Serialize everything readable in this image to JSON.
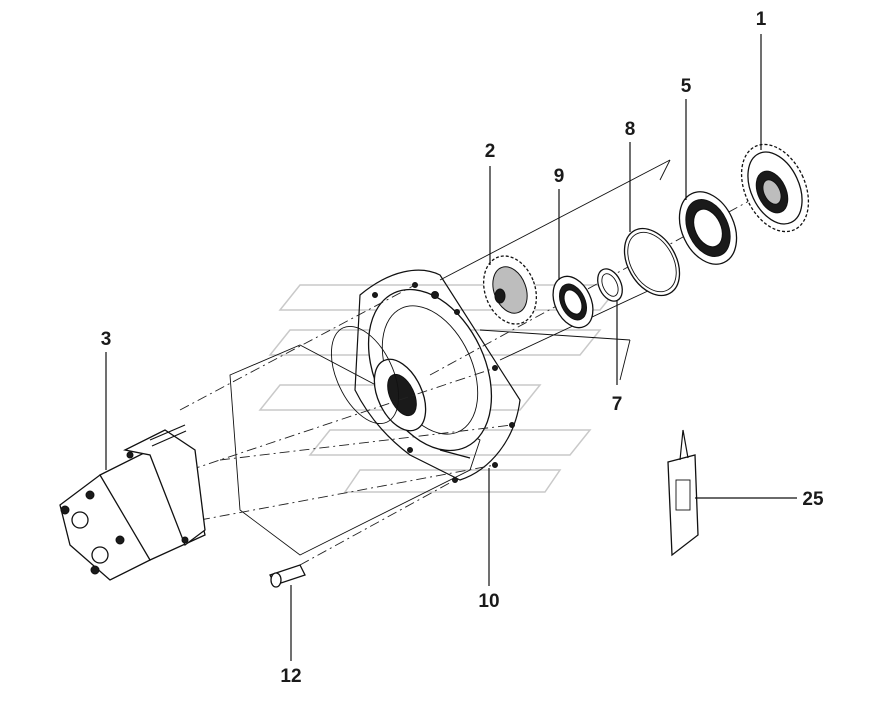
{
  "diagram": {
    "callouts": [
      {
        "id": "1",
        "text": "1"
      },
      {
        "id": "2",
        "text": "2"
      },
      {
        "id": "3",
        "text": "3"
      },
      {
        "id": "5",
        "text": "5"
      },
      {
        "id": "7",
        "text": "7"
      },
      {
        "id": "8",
        "text": "8"
      },
      {
        "id": "9",
        "text": "9"
      },
      {
        "id": "10",
        "text": "10"
      },
      {
        "id": "12",
        "text": "12"
      },
      {
        "id": "25",
        "text": "25"
      }
    ]
  }
}
